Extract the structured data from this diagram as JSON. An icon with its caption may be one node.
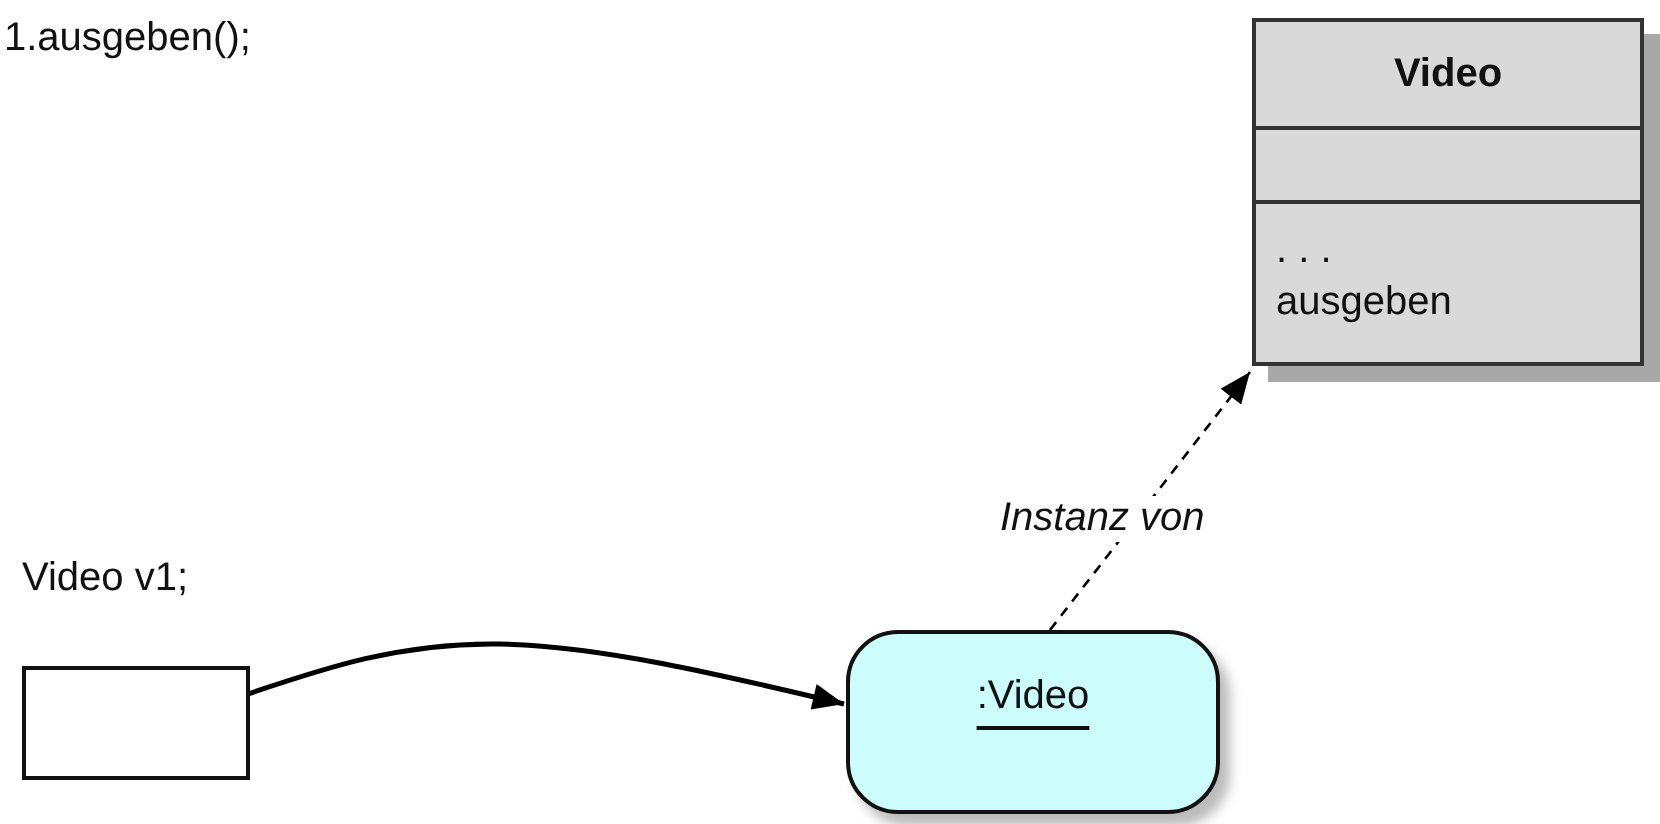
{
  "diagram": {
    "nodes": [
      {
        "text": [
          "Video",
          ". . .",
          "ausgeben"
        ]
      },
      {
        "text": [],
        "shape": "box",
        "beside": [
          "Video v1;"
        ]
      },
      {
        "text": [
          ":Video"
        ]
      }
    ],
    "edges": [
      {
        "from": 1,
        "to": 2,
        "arrow": "to"
      },
      {
        "from": 2,
        "to": 0,
        "arrow": "to",
        "style": "dashed",
        "label": "Instanz von"
      }
    ],
    "labels": [
      "1.ausgeben();"
    ]
  }
}
